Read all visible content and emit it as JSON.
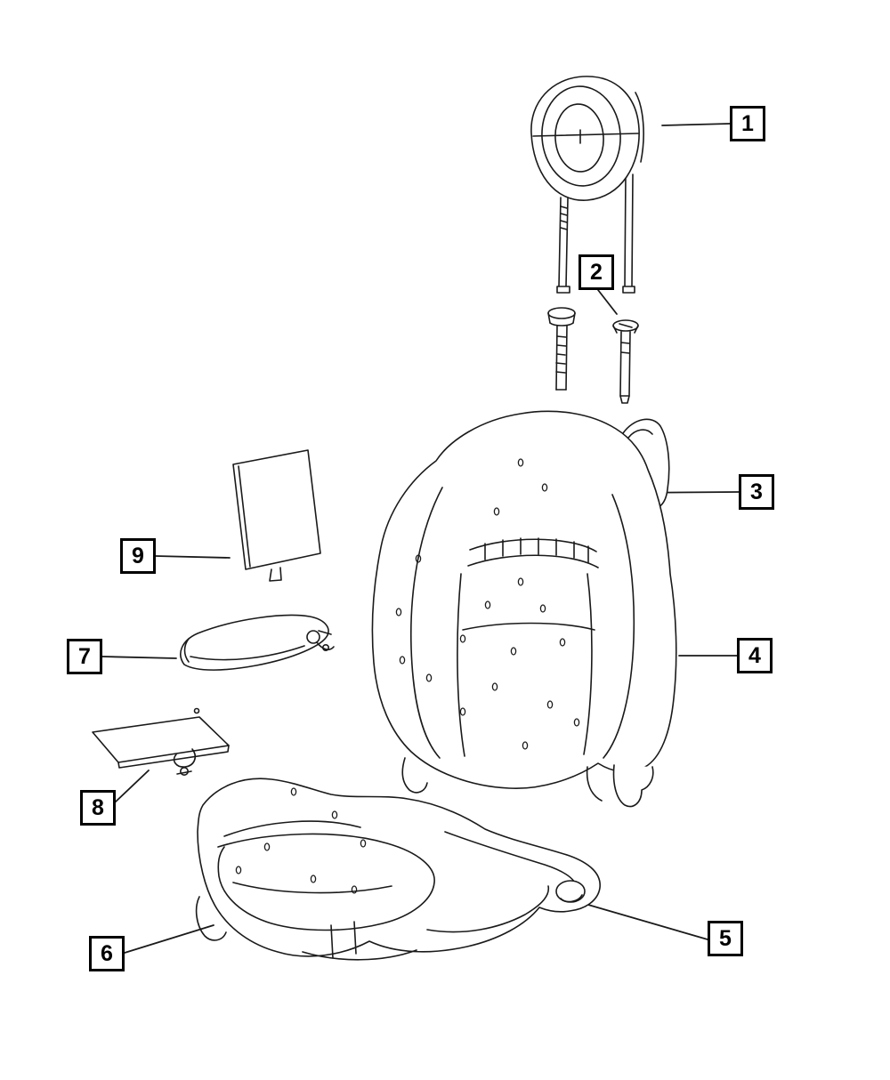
{
  "diagram": {
    "kind": "exploded-parts-diagram",
    "colors": {
      "background": "#ffffff",
      "line": "#1a1a1a"
    },
    "callouts": [
      {
        "number": "1"
      },
      {
        "number": "2"
      },
      {
        "number": "3"
      },
      {
        "number": "4"
      },
      {
        "number": "5"
      },
      {
        "number": "6"
      },
      {
        "number": "7"
      },
      {
        "number": "8"
      },
      {
        "number": "9"
      }
    ]
  }
}
